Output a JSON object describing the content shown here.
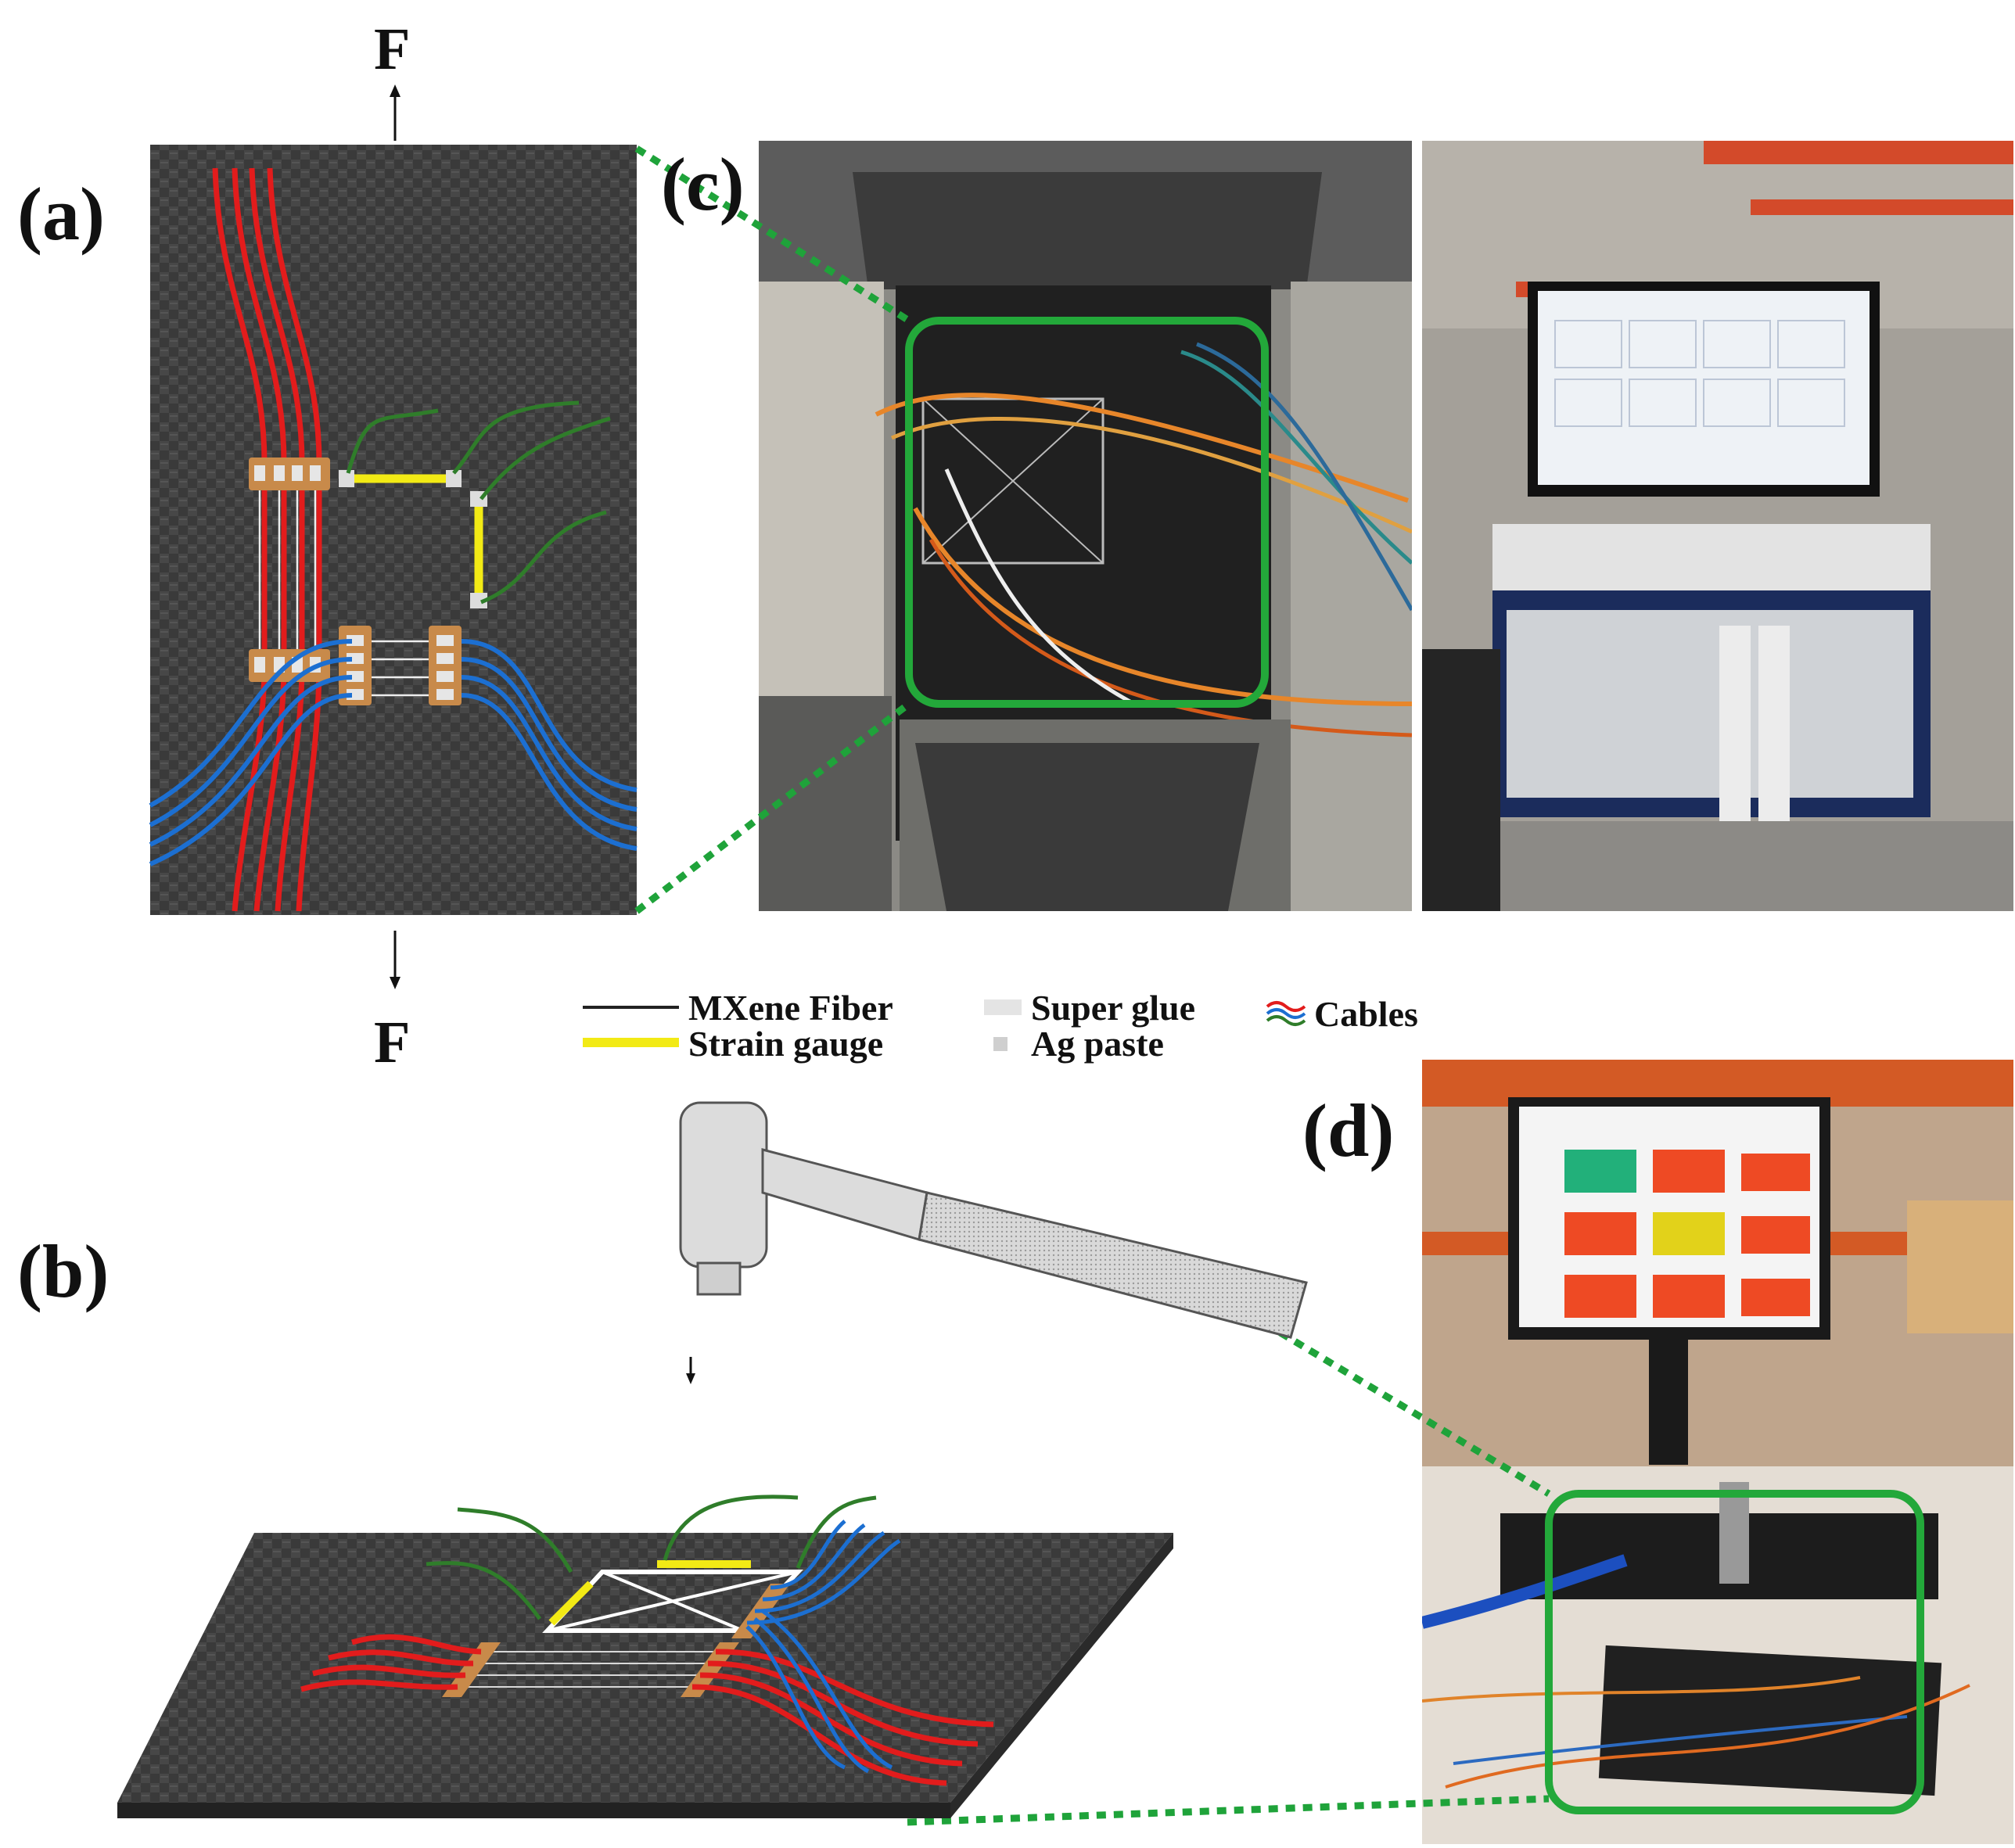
{
  "figure": {
    "panels": {
      "a": "(a)",
      "b": "(b)",
      "c": "(c)",
      "d": "(d)"
    },
    "force_label_top": "F",
    "force_label_bottom": "F",
    "legend": {
      "mxene_fiber": "MXene Fiber",
      "strain_gauge": "Strain gauge",
      "super_glue": "Super glue",
      "ag_paste": "Ag paste",
      "cables": "Cables"
    },
    "colors": {
      "red_cable": "#e21c1c",
      "blue_cable": "#1c6fd1",
      "green_cable": "#2f7d2a",
      "strain_gauge": "#f2ea15",
      "ag_paste": "#c88a4a",
      "highlight_green": "#23a83a",
      "dotted_link": "#1fa33a",
      "carbon_fiber": "#3a3a3a"
    }
  }
}
